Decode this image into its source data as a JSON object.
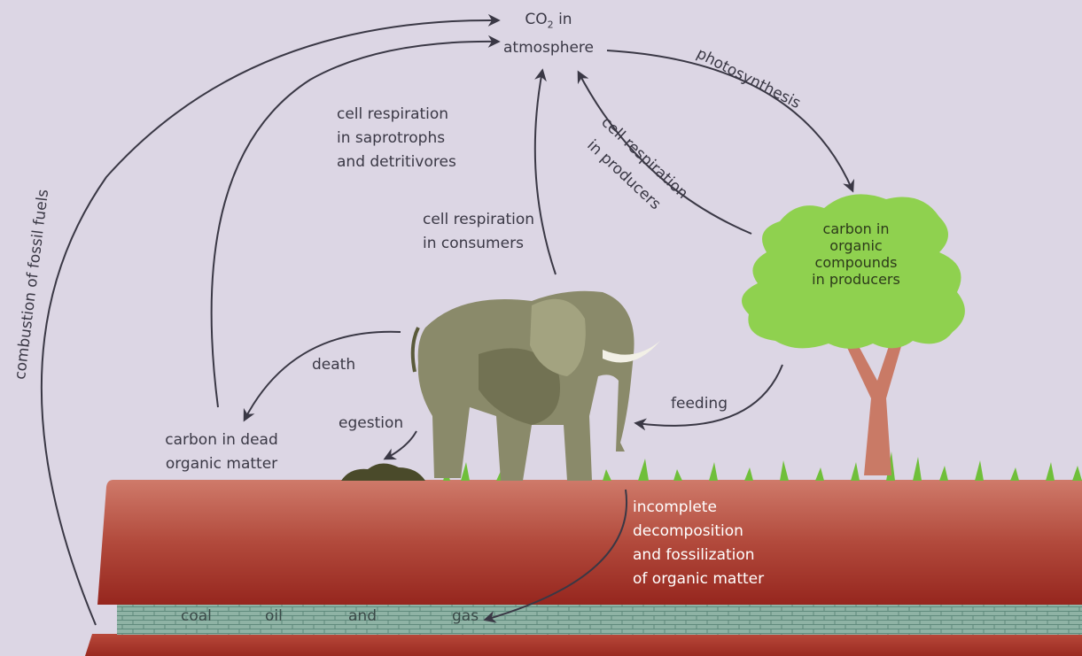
{
  "diagram": {
    "atmosphere": {
      "line1_prefix": "CO",
      "subscript": "2",
      "line1_suffix": " in",
      "line2": "atmosphere"
    },
    "labels": {
      "photosynthesis": "photosynthesis",
      "cell_resp_producers_1": "cell respiration",
      "cell_resp_producers_2": "in producers",
      "cell_resp_saprotrophs": [
        "cell respiration",
        "in saprotrophs",
        "and detritivores"
      ],
      "cell_resp_consumers": [
        "cell respiration",
        "in consumers"
      ],
      "combustion": "combustion of fossil fuels",
      "death": "death",
      "egestion": "egestion",
      "dead_matter": [
        "carbon in dead",
        "organic matter"
      ],
      "feeding": "feeding",
      "producers": [
        "carbon in",
        "organic",
        "compounds",
        "in producers"
      ],
      "fossilization": [
        "incomplete",
        "decomposition",
        "and fossilization",
        "of organic matter"
      ]
    },
    "fossil_fuels": {
      "coal": "coal",
      "oil": "oil",
      "and": "and",
      "gas": "gas"
    },
    "colors": {
      "background": "#dcd6e4",
      "arrow": "#3a3845",
      "soil_top": "#c96d5e",
      "soil_bottom": "#9a2a20",
      "brick": "#8fb3a5",
      "foliage": "#8fd14f",
      "trunk": "#c97a66",
      "elephant": "#8a8a6a",
      "grass": "#6fbf3a"
    }
  }
}
